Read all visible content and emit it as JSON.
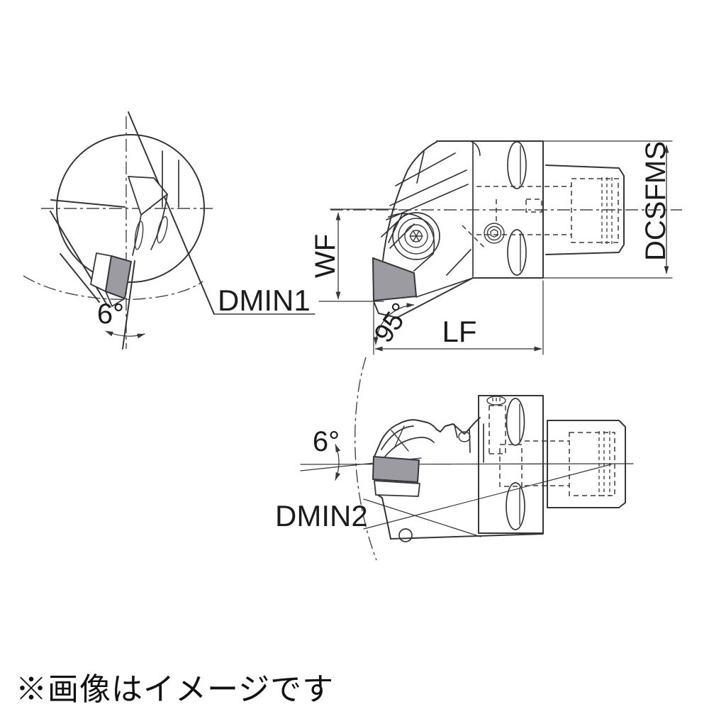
{
  "note": "※画像はイメージです",
  "drawing": {
    "front_view": {
      "angle_label": "6°",
      "min_diameter_label": "DMIN1"
    },
    "side_view_upper": {
      "head_width_label": "WF",
      "coupling_size_label": "DCSFMS",
      "approach_angle_label": "95°",
      "functional_length_label": "LF"
    },
    "side_view_lower": {
      "angle_label": "6°",
      "min_diameter_label": "DMIN2"
    }
  },
  "colors": {
    "line": "#35353a",
    "text": "#1c1c1e",
    "insert_fill": "#9b9ba1",
    "background": "#ffffff"
  }
}
